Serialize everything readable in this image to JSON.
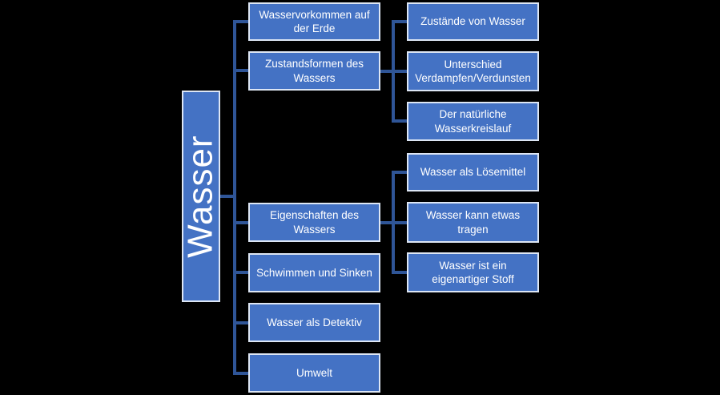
{
  "diagram": {
    "title": "Wasser concept map",
    "root": {
      "label": "Wasser"
    },
    "branches": [
      {
        "label": "Wasservorkommen auf der Erde",
        "children": []
      },
      {
        "label": "Zustandsformen des Wassers",
        "children": [
          "Zustände von Wasser",
          "Unterschied Verdampfen/Verdunsten",
          "Der natürliche Wasserkreislauf"
        ]
      },
      {
        "label": "Eigenschaften des Wassers",
        "children": [
          "Wasser als Lösemittel",
          "Wasser kann etwas tragen",
          "Wasser ist ein eigenartiger Stoff"
        ]
      },
      {
        "label": "Schwimmen und Sinken",
        "children": []
      },
      {
        "label": "Wasser als Detektiv",
        "children": []
      },
      {
        "label": "Umwelt",
        "children": []
      }
    ],
    "colors": {
      "background": "#000000",
      "box_fill": "#4472C4",
      "box_border": "#DDE6F4",
      "connector": "#2F5597",
      "text": "#FFFFFF"
    }
  }
}
